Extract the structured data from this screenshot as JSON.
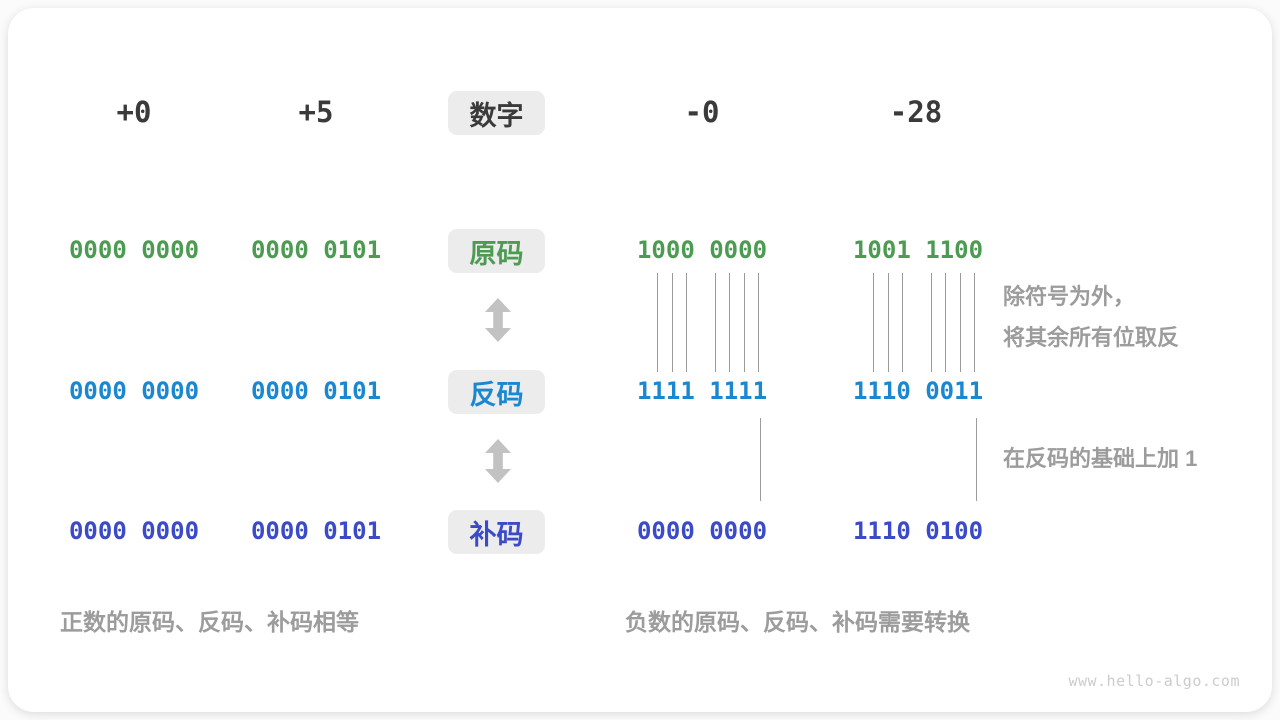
{
  "colors": {
    "green": "#4d9b52",
    "blue": "#1a87d0",
    "indigo": "#3b4bc8",
    "box_bg": "#ececec",
    "dark_text": "#3a3a3a",
    "note_gray": "#9c9c9c",
    "line_gray": "#9b9b9b",
    "arrow_gray": "#c2c2c2"
  },
  "header": {
    "label": "数字",
    "values": [
      "+0",
      "+5",
      "-0",
      "-28"
    ]
  },
  "rows": [
    {
      "label": "原码",
      "values": [
        "0000 0000",
        "0000 0101",
        "1000 0000",
        "1001 1100"
      ]
    },
    {
      "label": "反码",
      "values": [
        "0000 0000",
        "0000 0101",
        "1111 1111",
        "1110 0011"
      ]
    },
    {
      "label": "补码",
      "values": [
        "0000 0000",
        "0000 0101",
        "0000 0000",
        "1110 0100"
      ]
    }
  ],
  "annotations": {
    "invert": {
      "line1": "除符号为外，",
      "line2": "将其余所有位取反"
    },
    "add_one": "在反码的基础上加 1"
  },
  "captions": {
    "positive": "正数的原码、反码、补码相等",
    "negative": "负数的原码、反码、补码需要转换"
  },
  "watermark": "www.hello-algo.com"
}
